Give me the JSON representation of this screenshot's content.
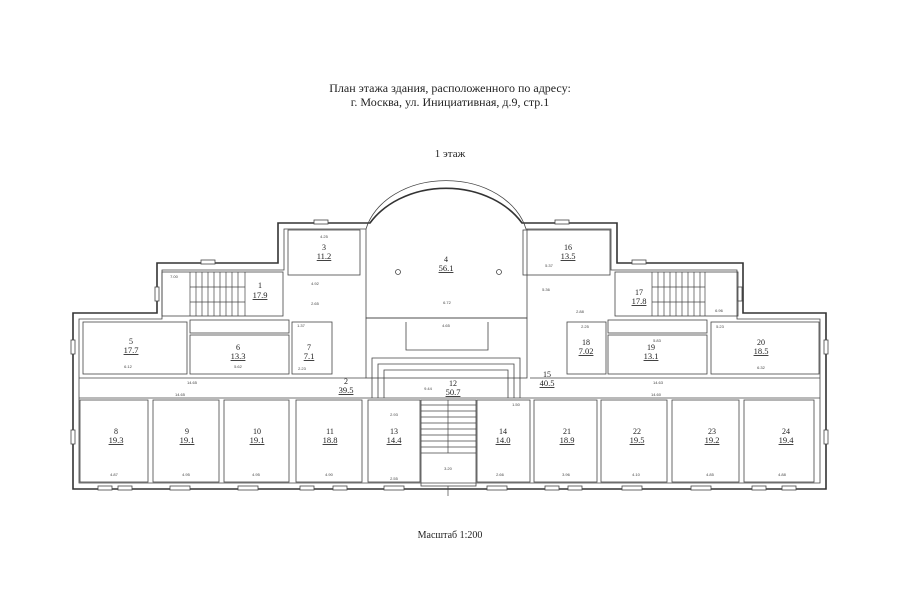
{
  "header": {
    "title_line1": "План этажа здания, расположенного по адресу:",
    "title_line2": "г. Москва, ул. Инициативная, д.9, стр.1",
    "floor": "1 этаж"
  },
  "footer": {
    "scale": "Масштаб 1:200"
  },
  "rooms": [
    {
      "number": "1",
      "area": "17.9"
    },
    {
      "number": "2",
      "area": "39.5"
    },
    {
      "number": "3",
      "area": "11.2"
    },
    {
      "number": "4",
      "area": "56.1"
    },
    {
      "number": "5",
      "area": "17.7"
    },
    {
      "number": "6",
      "area": "13.3"
    },
    {
      "number": "7",
      "area": "7.1"
    },
    {
      "number": "8",
      "area": "19.3"
    },
    {
      "number": "9",
      "area": "19.1"
    },
    {
      "number": "10",
      "area": "19.1"
    },
    {
      "number": "11",
      "area": "18.8"
    },
    {
      "number": "12",
      "area": "50.7"
    },
    {
      "number": "13",
      "area": "14.4"
    },
    {
      "number": "14",
      "area": "14.0"
    },
    {
      "number": "15",
      "area": "40.5"
    },
    {
      "number": "16",
      "area": "13.5"
    },
    {
      "number": "17",
      "area": "17.8"
    },
    {
      "number": "18",
      "area": "7.02"
    },
    {
      "number": "19",
      "area": "13.1"
    },
    {
      "number": "20",
      "area": "18.5"
    },
    {
      "number": "21",
      "area": "18.9"
    },
    {
      "number": "22",
      "area": "19.5"
    },
    {
      "number": "23",
      "area": "19.2"
    },
    {
      "number": "24",
      "area": "19.4"
    }
  ],
  "dimensions": {
    "d_425": "4.25",
    "d_700": "7.00",
    "d_492": "4.92",
    "d_265": "2.65",
    "d_612": "6.12",
    "d_562": "5.62",
    "d_137": "1.37",
    "d_223": "2.23",
    "d_1465": "14.65",
    "d_1463": "14.63",
    "d_672": "6.72",
    "d_465": "4.65",
    "d_537": "5.37",
    "d_536": "5.36",
    "d_288": "2.88",
    "d_225": "2.25",
    "d_583": "5.83",
    "d_523": "5.23",
    "d_632": "6.32",
    "d_696": "6.96",
    "d_944": "9.44",
    "d_1460": "14.60",
    "d_1465b": "14.65",
    "d_487": "4.87",
    "d_495": "4.95",
    "d_495b": "4.95",
    "d_490": "4.90",
    "d_293": "2.93",
    "d_320": "3.20",
    "d_266": "2.66",
    "d_396": "3.96",
    "d_410": "4.10",
    "d_485": "4.85",
    "d_488": "4.88",
    "d_150": "1.50",
    "d_255": "2.55"
  }
}
